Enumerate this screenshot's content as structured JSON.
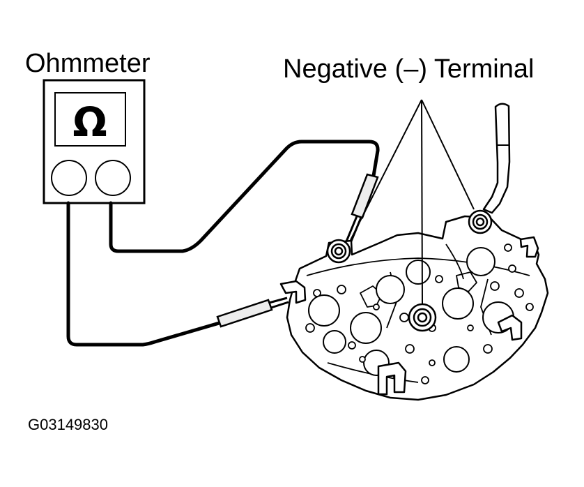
{
  "labels": {
    "ohmmeter": "Ohmmeter",
    "negative_terminal": "Negative (–) Terminal",
    "figure_id": "G03149830"
  },
  "meter": {
    "symbol": "Ω",
    "display_icon": "omega-symbol-icon",
    "jack_icons": [
      "jack-left-icon",
      "jack-right-icon"
    ]
  },
  "colors": {
    "ink": "#000000",
    "background": "#ffffff",
    "probe_fill": "#ededed",
    "plate_fill": "#ffffff"
  }
}
